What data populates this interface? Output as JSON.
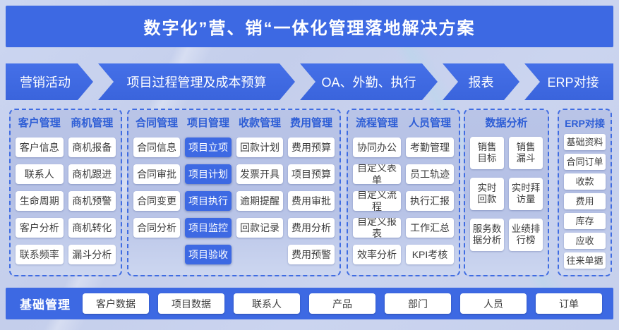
{
  "title": "数字化”营、销“一体化管理落地解决方案",
  "colors": {
    "primary": "#3d69e3",
    "panel_border": "#3f6ce2",
    "header_text": "#2e5ed6",
    "background": "#c8d2ee",
    "chip_text": "#3c3c3c"
  },
  "process_arrows": [
    "营销活动",
    "项目过程管理及成本预算",
    "OA、外勤、执行",
    "报表",
    "ERP对接"
  ],
  "panels": [
    {
      "id": "customer",
      "columns": [
        {
          "header": "客户管理",
          "items": [
            "客户信息",
            "联系人",
            "生命周期",
            "客户分析",
            "联系频率"
          ]
        },
        {
          "header": "商机管理",
          "items": [
            "商机报备",
            "商机跟进",
            "商机预警",
            "商机转化",
            "漏斗分析"
          ]
        }
      ]
    },
    {
      "id": "contract-project",
      "columns": [
        {
          "header": "合同管理",
          "items": [
            "合同信息",
            "合同审批",
            "合同变更",
            "合同分析"
          ]
        },
        {
          "header": "项目管理",
          "variant": "primary",
          "items": [
            "项目立项",
            "项目计划",
            "项目执行",
            "项目监控",
            "项目验收"
          ]
        },
        {
          "header": "收款管理",
          "items": [
            "回款计划",
            "发票开具",
            "逾期提醒",
            "回款记录"
          ]
        },
        {
          "header": "费用管理",
          "items": [
            "费用预算",
            "项目预算",
            "费用审批",
            "费用分析",
            "费用预警"
          ]
        }
      ]
    },
    {
      "id": "process-people",
      "columns": [
        {
          "header": "流程管理",
          "items": [
            "协同办公",
            "自定义表单",
            "自定义流程",
            "自定义报表",
            "效率分析"
          ]
        },
        {
          "header": "人员管理",
          "items": [
            "考勤管理",
            "员工轨迹",
            "执行汇报",
            "工作汇总",
            "KPI考核"
          ]
        }
      ]
    },
    {
      "id": "data-analysis",
      "title": "数据分析",
      "columns": [
        {
          "items": [
            "销售\n目标",
            "实时\n回款",
            "服务数\n据分析"
          ]
        },
        {
          "items": [
            "销售\n漏斗",
            "实时拜\n访量",
            "业绩排\n行榜"
          ]
        }
      ]
    },
    {
      "id": "erp",
      "title": "ERP对接",
      "columns": [
        {
          "items": [
            "基础资料",
            "合同订单",
            "收款",
            "费用",
            "库存",
            "应收",
            "往来单据"
          ]
        }
      ]
    }
  ],
  "footer": {
    "label": "基础管理",
    "items": [
      "客户数据",
      "项目数据",
      "联系人",
      "产品",
      "部门",
      "人员",
      "订单"
    ]
  }
}
